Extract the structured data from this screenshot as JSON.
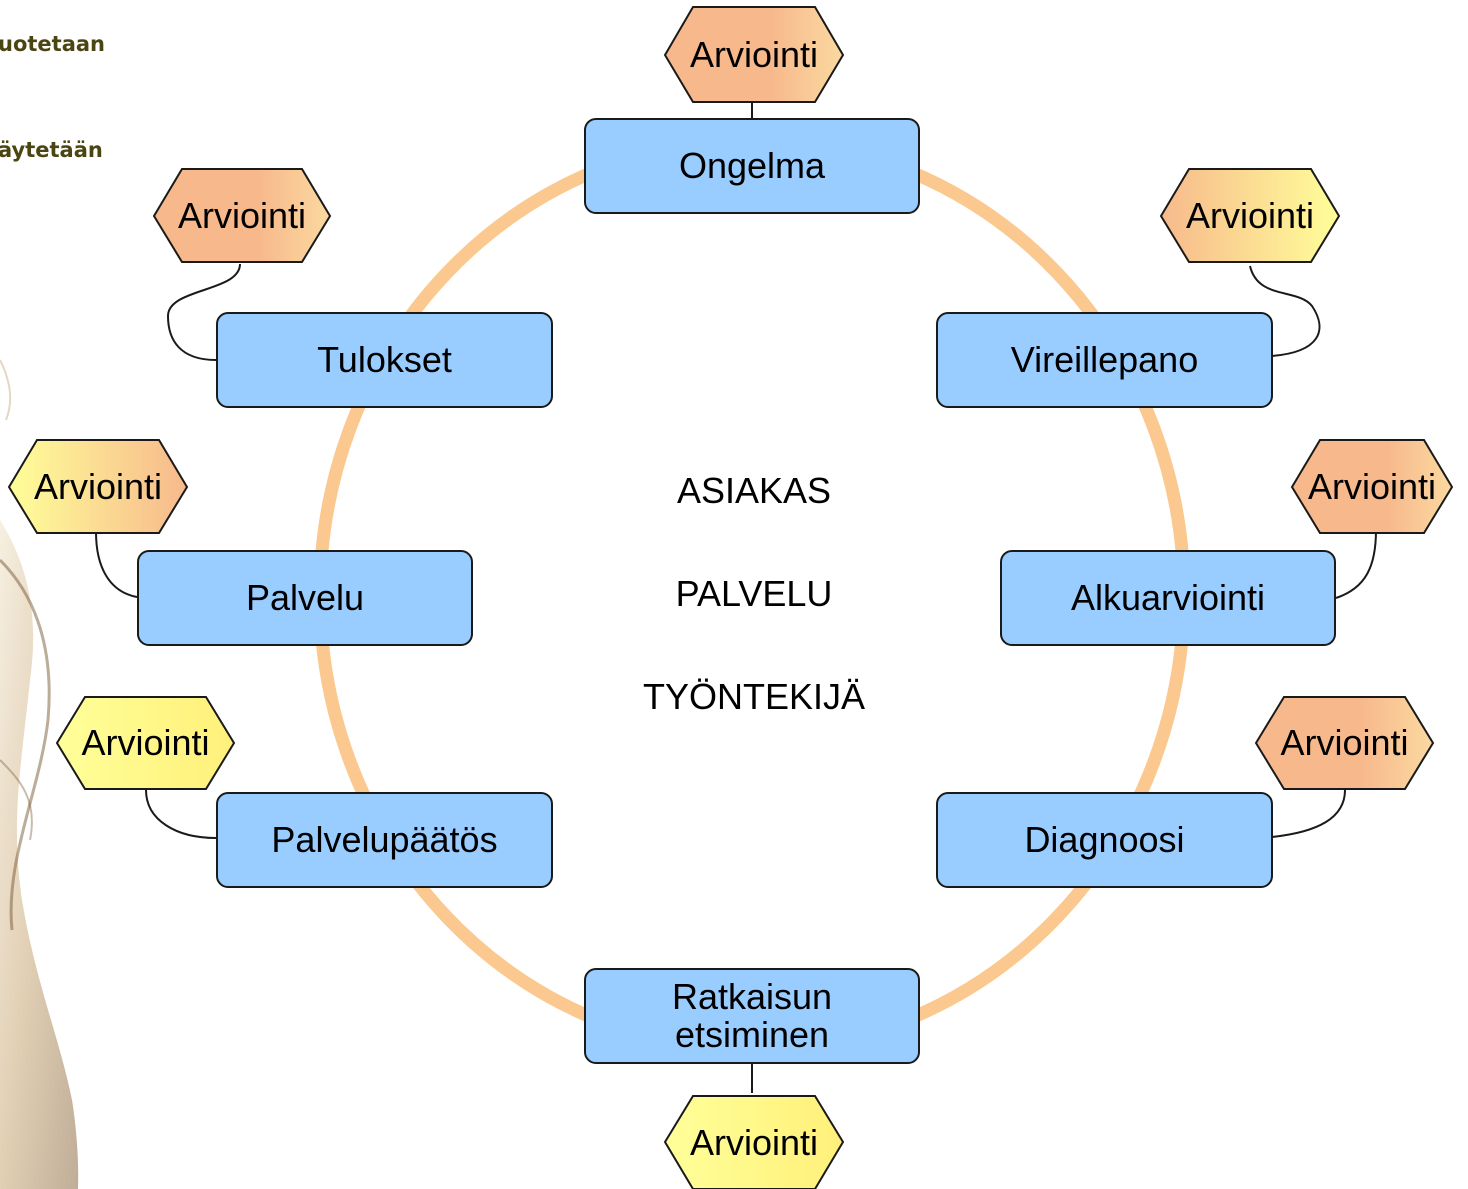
{
  "legend": {
    "line1": "uotetaan",
    "line2": "äytetään"
  },
  "center": {
    "line1": "ASIAKAS",
    "line2": "PALVELU",
    "line3": "TYÖNTEKIJÄ"
  },
  "steps": [
    {
      "id": "ongelma",
      "label": "Ongelma"
    },
    {
      "id": "vireillepano",
      "label": "Vireillepano"
    },
    {
      "id": "alkuarviointi",
      "label": "Alkuarviointi"
    },
    {
      "id": "diagnoosi",
      "label": "Diagnoosi"
    },
    {
      "id": "ratkaisun-etsiminen",
      "label": "Ratkaisun\netsiminen"
    },
    {
      "id": "palvelupaatos",
      "label": "Palvelupäätös"
    },
    {
      "id": "palvelu",
      "label": "Palvelu"
    },
    {
      "id": "tulokset",
      "label": "Tulokset"
    }
  ],
  "evaluation_label": "Arviointi",
  "colors": {
    "box_fill": "#99ccff",
    "cycle_ring": "#fbc98f",
    "hex_orange": "#f7b98c",
    "hex_yellow": "#ffff99",
    "legend_text": "#4b4512"
  }
}
